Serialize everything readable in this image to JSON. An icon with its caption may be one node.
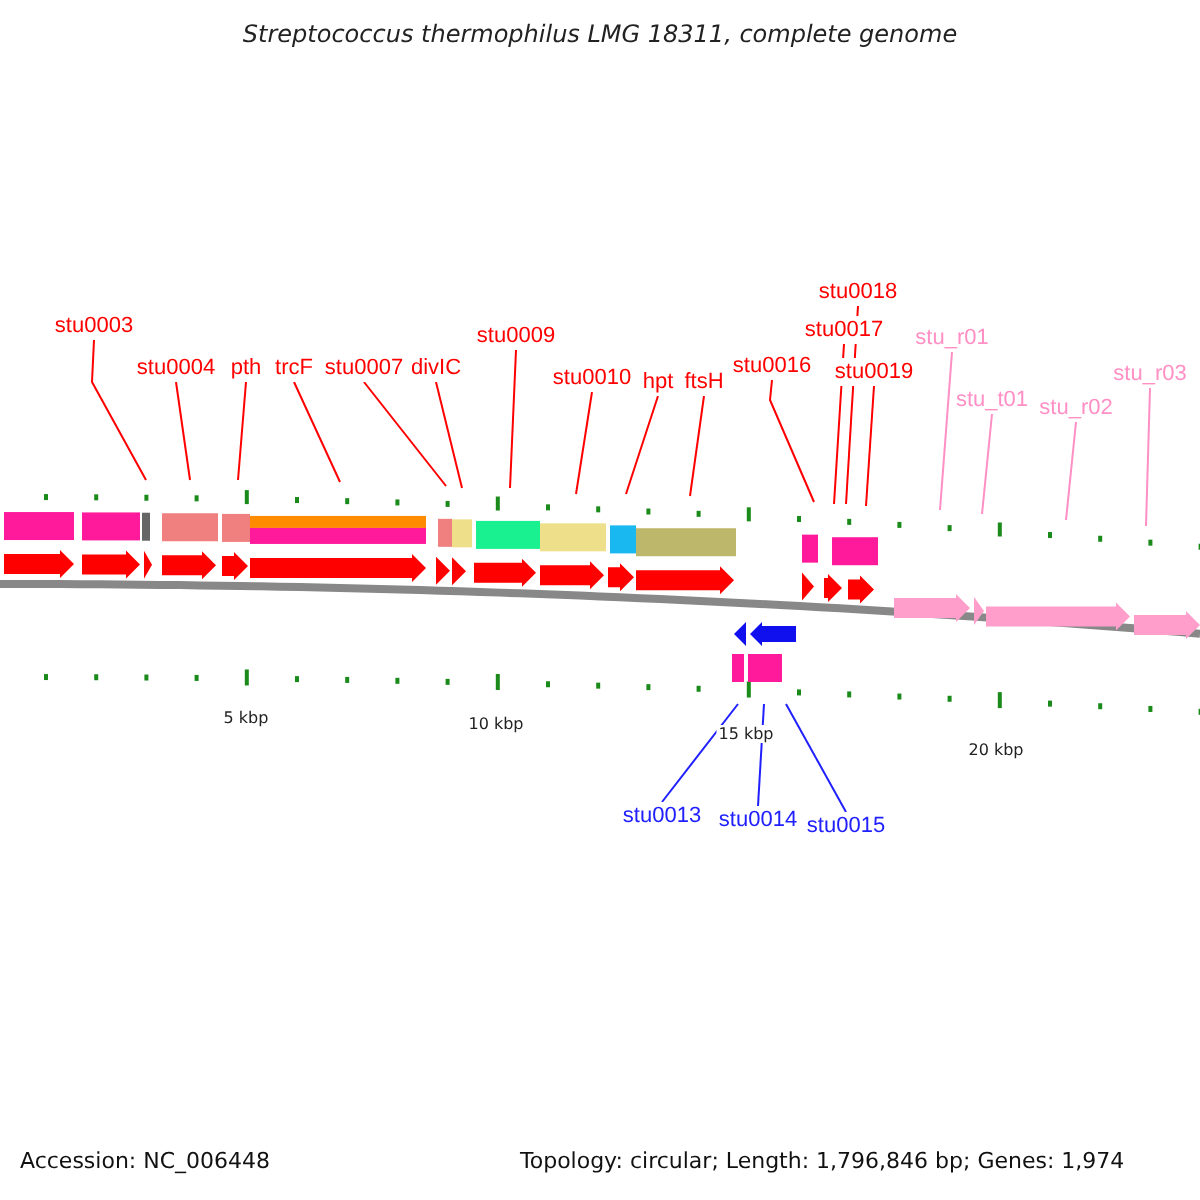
{
  "diagram": {
    "title": "Streptococcus thermophilus LMG 18311, complete genome",
    "nodes": [
      {
        "text": [
          "stu0003"
        ]
      },
      {
        "text": [
          "stu0004"
        ]
      },
      {
        "text": [
          "pth"
        ]
      },
      {
        "text": [
          "trcF"
        ]
      },
      {
        "text": [
          "stu0007"
        ]
      },
      {
        "text": [
          "divIC"
        ]
      },
      {
        "text": [
          "stu0009"
        ]
      },
      {
        "text": [
          "stu0010"
        ]
      },
      {
        "text": [
          "hpt"
        ]
      },
      {
        "text": [
          "ftsH"
        ]
      },
      {
        "text": [
          "stu0016"
        ]
      },
      {
        "text": [
          "stu0017"
        ]
      },
      {
        "text": [
          "stu0018"
        ]
      },
      {
        "text": [
          "stu0019"
        ]
      },
      {
        "text": [
          "stu_r01"
        ]
      },
      {
        "text": [
          "stu_t01"
        ]
      },
      {
        "text": [
          "stu_r02"
        ]
      },
      {
        "text": [
          "stu_r03"
        ]
      },
      {
        "text": [
          "stu0013"
        ]
      },
      {
        "text": [
          "stu0014"
        ]
      },
      {
        "text": [
          "stu0015"
        ]
      }
    ],
    "edges": [
      {
        "from": 0,
        "to": null,
        "arrow": "none"
      },
      {
        "from": 1,
        "to": null,
        "arrow": "none"
      },
      {
        "from": 2,
        "to": null,
        "arrow": "none"
      },
      {
        "from": 3,
        "to": null,
        "arrow": "none"
      },
      {
        "from": 4,
        "to": null,
        "arrow": "none"
      },
      {
        "from": 5,
        "to": null,
        "arrow": "none"
      },
      {
        "from": 6,
        "to": null,
        "arrow": "none"
      },
      {
        "from": 7,
        "to": null,
        "arrow": "none"
      },
      {
        "from": 8,
        "to": null,
        "arrow": "none"
      },
      {
        "from": 9,
        "to": null,
        "arrow": "none"
      },
      {
        "from": 10,
        "to": null,
        "arrow": "none"
      },
      {
        "from": 11,
        "to": null,
        "arrow": "none"
      },
      {
        "from": 12,
        "to": null,
        "arrow": "none"
      },
      {
        "from": 13,
        "to": null,
        "arrow": "none"
      },
      {
        "from": 14,
        "to": null,
        "arrow": "none",
        "color": "#ff8fc4"
      },
      {
        "from": 15,
        "to": null,
        "arrow": "none",
        "color": "#ff8fc4"
      },
      {
        "from": 16,
        "to": null,
        "arrow": "none",
        "color": "#ff8fc4"
      },
      {
        "from": 17,
        "to": null,
        "arrow": "none",
        "color": "#ff8fc4"
      },
      {
        "from": 18,
        "to": null,
        "arrow": "none",
        "color": "#2020ff"
      },
      {
        "from": 19,
        "to": null,
        "arrow": "none",
        "color": "#2020ff"
      },
      {
        "from": 20,
        "to": null,
        "arrow": "none",
        "color": "#2020ff"
      }
    ],
    "labels": [
      "5 kbp",
      "10 kbp",
      "15 kbp",
      "20 kbp",
      "Accession: NC_006448",
      "Topology: circular; Length: 1,796,846 bp; Genes: 1,974"
    ]
  }
}
